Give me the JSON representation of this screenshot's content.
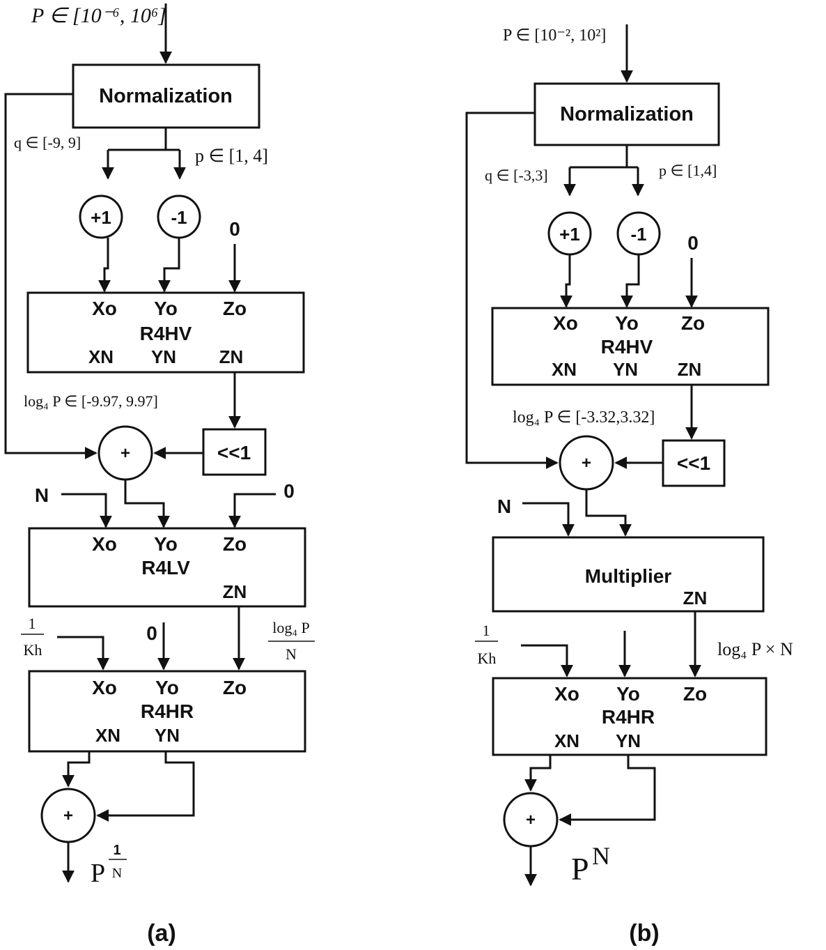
{
  "panel_a": {
    "input": "P ∈ [10⁻⁶, 10⁶]",
    "normalization": "Normalization",
    "q_range": "q ∈ [-9, 9]",
    "p_range": "p ∈ [1, 4]",
    "plus_one": "+1",
    "minus_one": "-1",
    "zero_1": "0",
    "r4hv": {
      "name": "R4HV",
      "x0": "Xo",
      "y0": "Yo",
      "z0": "Zo",
      "xn": "XN",
      "yn": "YN",
      "zn": "ZN"
    },
    "log_range": "log₄ P ∈ [-9.97, 9.97]",
    "shift": "<<1",
    "adder": "+",
    "n_input": "N",
    "zero_2": "0",
    "r4lv": {
      "name": "R4LV",
      "x0": "Xo",
      "y0": "Yo",
      "z0": "Zo",
      "zn": "ZN"
    },
    "kh_num": "1",
    "kh_den": "Kh",
    "zero_3": "0",
    "log_over_n_num": "log₄ P",
    "log_over_n_den": "N",
    "r4hr": {
      "name": "R4HR",
      "x0": "Xo",
      "y0": "Yo",
      "z0": "Zo",
      "xn": "XN",
      "yn": "YN"
    },
    "final_adder": "+",
    "output_base": "P",
    "output_exp_num": "1",
    "output_exp_den": "N",
    "caption": "(a)"
  },
  "panel_b": {
    "input": "P ∈ [10⁻², 10²]",
    "normalization": "Normalization",
    "q_range": "q ∈ [-3,3]",
    "p_range": "p ∈ [1,4]",
    "plus_one": "+1",
    "minus_one": "-1",
    "zero_1": "0",
    "r4hv": {
      "name": "R4HV",
      "x0": "Xo",
      "y0": "Yo",
      "z0": "Zo",
      "xn": "XN",
      "yn": "YN",
      "zn": "ZN"
    },
    "log_range": "log₄ P ∈ [-3.32,3.32]",
    "shift": "<<1",
    "adder": "+",
    "n_input": "N",
    "multiplier": "Multiplier",
    "mult_zn": "ZN",
    "kh_num": "1",
    "kh_den": "Kh",
    "log_times_n": "log₄ P × N",
    "r4hr": {
      "name": "R4HR",
      "x0": "Xo",
      "y0": "Yo",
      "z0": "Zo",
      "xn": "XN",
      "yn": "YN"
    },
    "final_adder": "+",
    "output_base": "P",
    "output_exp": "N",
    "caption": "(b)"
  }
}
